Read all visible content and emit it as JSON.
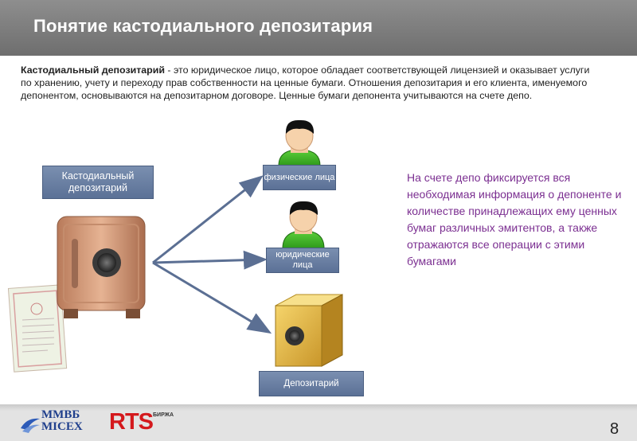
{
  "slide": {
    "title": "Понятие кастодиального депозитария",
    "definition_term": "Кастодиальный депозитарий",
    "definition_text": " - это юридическое лицо, которое обладает соответствующей лицензией и оказывает услуги по хранению, учету и переходу прав собственности на ценные бумаги. Отношения депозитария и его клиента, именуемого депонентом, основываются на депозитарном договоре. Ценные бумаги депонента учитываются на счете депо.",
    "boxes": {
      "custodian": "Кастодиальный депозитарий",
      "physical": "физические лица",
      "legal": "юридические лица",
      "depository": "Депозитарий"
    },
    "note": "На счете депо фиксируется вся необходимая информация о депоненте и количестве принадлежащих ему ценных бумаг различных эмитентов, а также отражаются все операции с этими бумагами",
    "page_number": "8"
  },
  "footer": {
    "logo_mmvb_line1": "ММВБ",
    "logo_mmvb_line2": "MICEX",
    "logo_rts": "RTS",
    "logo_rts_sub": "БИРЖА"
  },
  "icons": [
    "person-icon",
    "safe-icon",
    "certificate-icon",
    "arrow-icon"
  ],
  "colors": {
    "header": "#7a7a7a",
    "box": "#6a7fa3",
    "note_text": "#7b2f91",
    "rts_red": "#d4191d",
    "mmvb_blue": "#1f3f8c"
  }
}
